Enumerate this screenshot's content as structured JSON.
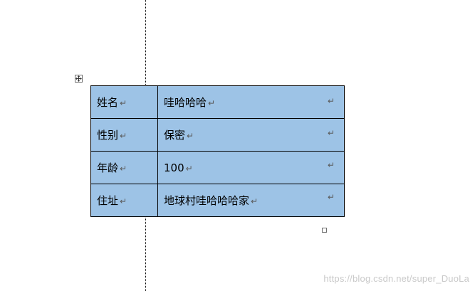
{
  "document": {
    "table": {
      "rows": [
        {
          "label": "姓名",
          "label_mark": "↵",
          "value": "哇哈哈哈",
          "value_mark": "↵",
          "row_mark": "↵"
        },
        {
          "label": "性别",
          "label_mark": "↵",
          "value": "保密",
          "value_mark": "↵",
          "row_mark": "↵"
        },
        {
          "label": "年龄",
          "label_mark": "↵",
          "value": "100",
          "value_mark": "↵",
          "row_mark": "↵"
        },
        {
          "label": "住址",
          "label_mark": "↵",
          "value": "地球村哇哈哈哈家",
          "value_mark": "↵",
          "row_mark": "↵"
        }
      ],
      "cell_fill_color": "#9dc3e6",
      "border_color": "#000000"
    },
    "handles": {
      "move_handle_name": "table-move-handle",
      "resize_handle_name": "table-resize-handle"
    },
    "guide_line_color": "#000000"
  },
  "watermark": {
    "text": "https://blog.csdn.net/super_DuoLa"
  }
}
